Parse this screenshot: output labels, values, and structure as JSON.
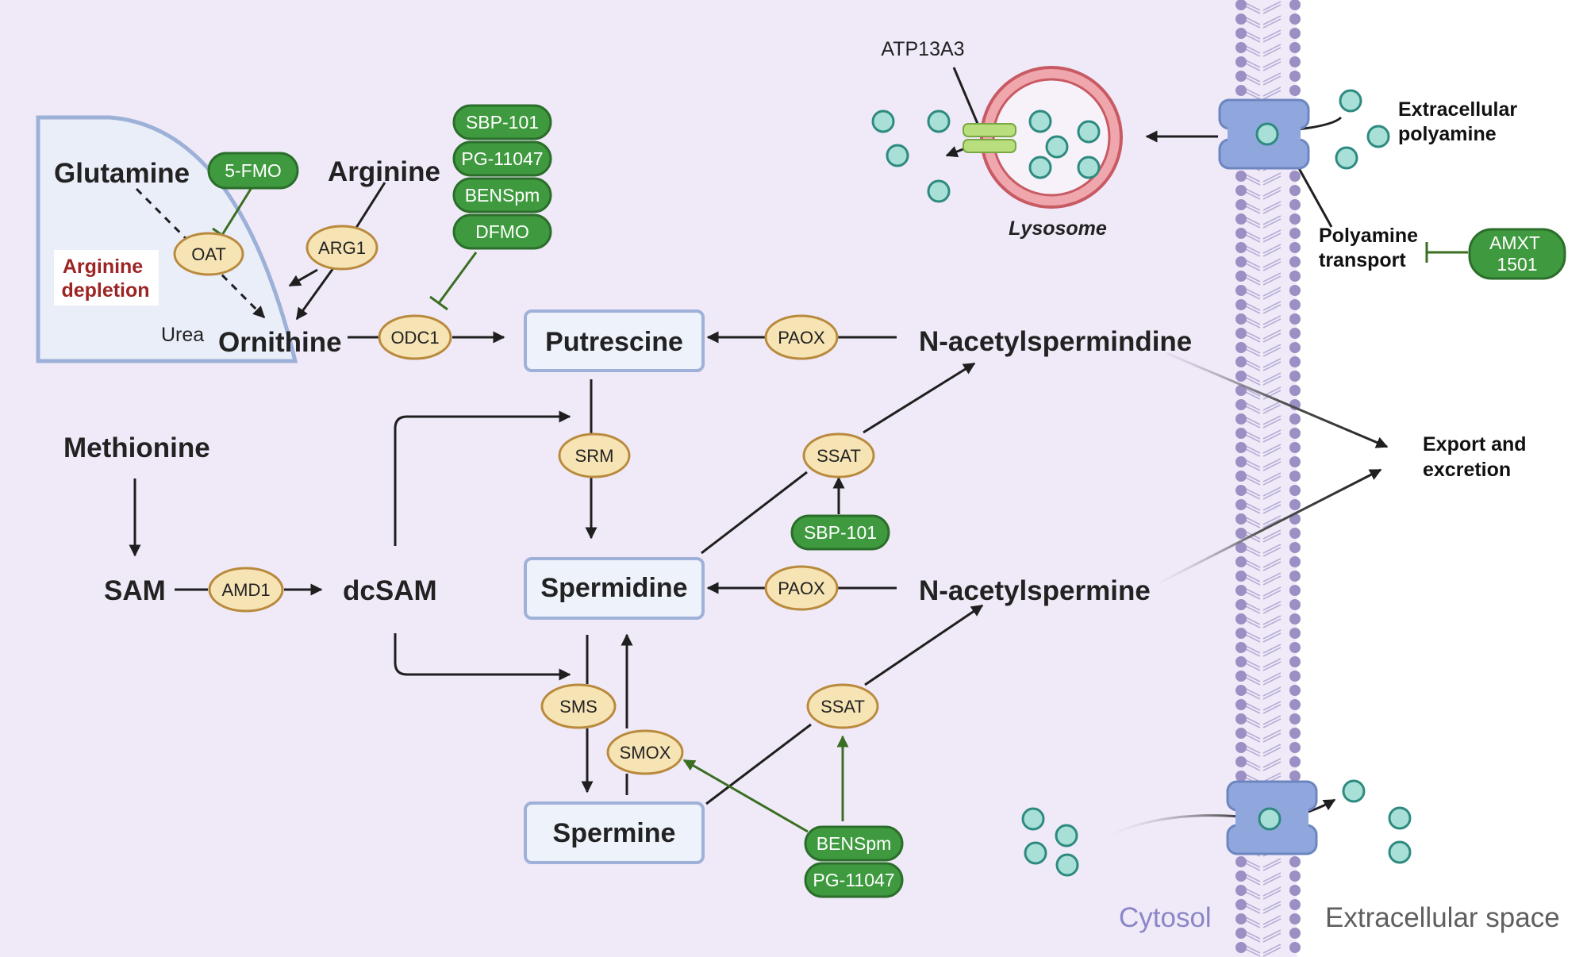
{
  "colors": {
    "cytosol_bg": "#f0eaf8",
    "mito_fill": "#eaeef9",
    "mito_stroke": "#9cb0d8",
    "enzyme_fill": "#f7e4b5",
    "enzyme_stroke": "#b98a3e",
    "drug_fill": "#3f9a3f",
    "drug_stroke": "#2b6e2b",
    "box_fill": "#eef2fb",
    "box_stroke": "#9fb1d8",
    "arginine_depletion": "#9d2424",
    "polyamine_fill": "#a8e0d8",
    "polyamine_stroke": "#2e8a80",
    "membrane_head": "#9b8fc4",
    "lysosome_outer": "#efa7ad",
    "lysosome_stroke": "#c85a63"
  },
  "metabolites": {
    "glutamine": "Glutamine",
    "arginine": "Arginine",
    "ornithine": "Ornithine",
    "urea": "Urea",
    "arginine_depletion": [
      "Arginine",
      "depletion"
    ],
    "methionine": "Methionine",
    "sam": "SAM",
    "dcsam": "dcSAM",
    "putrescine": "Putrescine",
    "spermidine": "Spermidine",
    "spermine": "Spermine",
    "n_acetylspermidine": "N-acetylspermindine",
    "n_acetylspermine": "N-acetylspermine"
  },
  "enzymes": {
    "oat": "OAT",
    "arg1": "ARG1",
    "odc1": "ODC1",
    "paox_top": "PAOX",
    "paox_mid": "PAOX",
    "srm": "SRM",
    "ssat_top": "SSAT",
    "ssat_bottom": "SSAT",
    "amd1": "AMD1",
    "sms": "SMS",
    "smox": "SMOX"
  },
  "drugs": {
    "fmo": "5-FMO",
    "odc_inhibitors": [
      "SBP-101",
      "PG-11047",
      "BENSpm",
      "DFMO"
    ],
    "sbp_ssat": "SBP-101",
    "benspm_bottom": "BENSpm",
    "pg_bottom": "PG-11047",
    "amxt": [
      "AMXT",
      "1501"
    ]
  },
  "transport": {
    "atp13a3": "ATP13A3",
    "lysosome": "Lysosome",
    "extracellular_polyamine": [
      "Extracellular",
      "polyamine"
    ],
    "polyamine_transport": [
      "Polyamine",
      "transport"
    ],
    "export_excretion": [
      "Export and",
      "excretion"
    ]
  },
  "compartments": {
    "cytosol": "Cytosol",
    "extracellular": "Extracellular space"
  }
}
